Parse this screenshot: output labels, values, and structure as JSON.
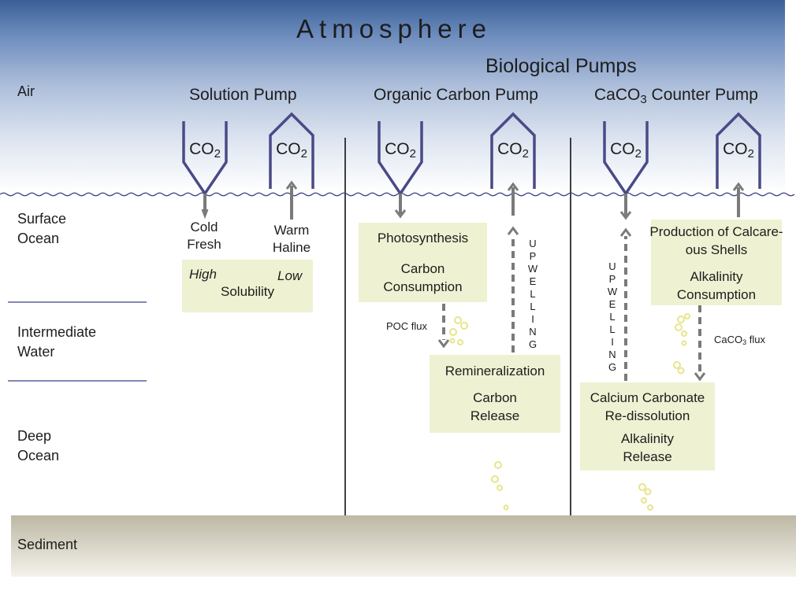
{
  "atmosphere": "Atmosphere",
  "biological_pumps": "Biological Pumps",
  "zones": {
    "air": "Air",
    "surface_1": "Surface",
    "surface_2": "Ocean",
    "intermediate_1": "Intermediate",
    "intermediate_2": "Water",
    "deep_1": "Deep",
    "deep_2": "Ocean",
    "sediment": "Sediment"
  },
  "pumps": {
    "solution": "Solution Pump",
    "organic": "Organic Carbon Pump",
    "caco3_prefix": "CaCO",
    "caco3_sub": "3",
    "caco3_suffix": " Counter Pump"
  },
  "co2": {
    "main": "CO",
    "sub": "2"
  },
  "solution": {
    "cold": "Cold",
    "fresh": "Fresh",
    "warm": "Warm",
    "haline": "Haline",
    "high": "High",
    "low": "Low",
    "solubility": "Solubility"
  },
  "organic": {
    "photosynthesis": "Photosynthesis",
    "carbon_consumption_1": "Carbon",
    "carbon_consumption_2": "Consumption",
    "poc_flux": "POC flux",
    "upwelling": "U\nP\nW\nE\nL\nL\nI\nN\nG",
    "remineralization": "Remineralization",
    "carbon_release_1": "Carbon",
    "carbon_release_2": "Release"
  },
  "caco3": {
    "production_1": "Production of Calcare-",
    "production_2": "ous Shells",
    "alkalinity_consumption_1": "Alkalinity",
    "alkalinity_consumption_2": "Consumption",
    "flux_prefix": "CaCO",
    "flux_sub": "3",
    "flux_suffix": " flux",
    "upwelling": "U\nP\nW\nE\nL\nL\nI\nN\nG",
    "redissolution_1": "Calcium Carbonate",
    "redissolution_2": "Re-dissolution",
    "alkalinity_release_1": "Alkalinity",
    "alkalinity_release_2": "Release"
  },
  "colors": {
    "valve": "#4a4a86",
    "arrow": "#7a7a7a",
    "box_fill": "#eef2d2",
    "bubble": "#e7e58a",
    "zone_line": "#3b3f86",
    "water_line": "#3b3f86"
  }
}
